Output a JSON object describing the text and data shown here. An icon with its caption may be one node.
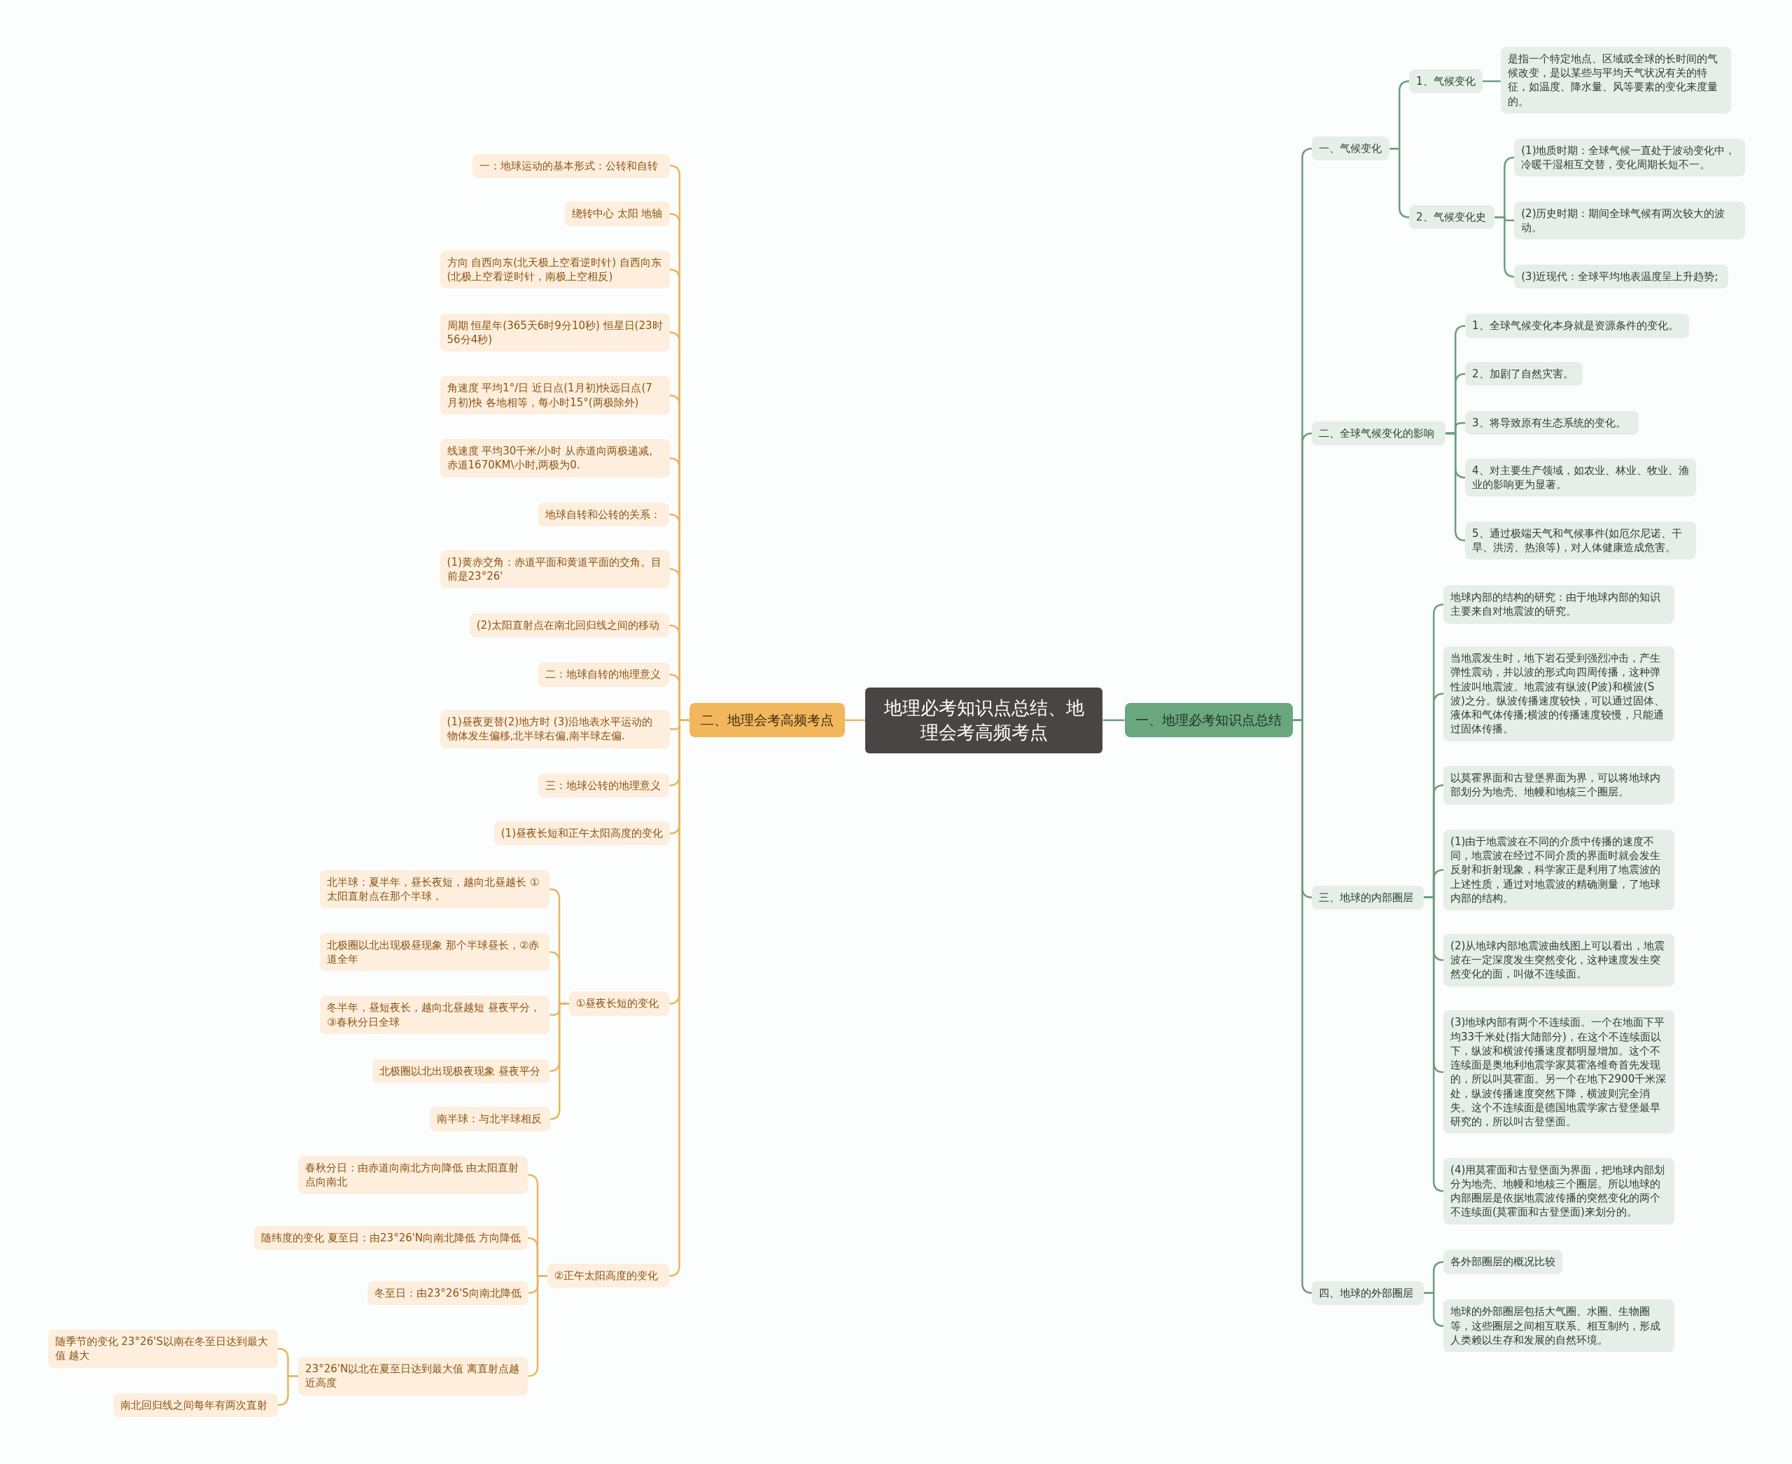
{
  "diagram": {
    "nodes": [
      {
        "text": [
          "地理必考知识点总结、地理会考高频考点"
        ]
      },
      {
        "text": [
          "一、地理必考知识点总结"
        ]
      },
      {
        "text": [
          "二、地理会考高频考点"
        ]
      },
      {
        "text": [
          "一、气候变化"
        ]
      },
      {
        "text": [
          "1、气候变化"
        ]
      },
      {
        "text": [
          "是指一个特定地点、区域或全球的长时间的气候改变，是以某些与平均天气状况有关的特征，如温度、降水量、风等要素的变化来度量的。"
        ]
      },
      {
        "text": [
          "2、气候变化史"
        ]
      },
      {
        "text": [
          "(1)地质时期：全球气候一直处于波动变化中，冷暖干湿相互交替，变化周期长短不一。"
        ]
      },
      {
        "text": [
          "(2)历史时期：期间全球气候有两次较大的波动。"
        ]
      },
      {
        "text": [
          "(3)近现代：全球平均地表温度呈上升趋势;"
        ]
      },
      {
        "text": [
          "二、全球气候变化的影响"
        ]
      },
      {
        "text": [
          "1、全球气候变化本身就是资源条件的变化。"
        ]
      },
      {
        "text": [
          "2、加剧了自然灾害。"
        ]
      },
      {
        "text": [
          "3、将导致原有生态系统的变化。"
        ]
      },
      {
        "text": [
          "4、对主要生产领域，如农业、林业、牧业、渔业的影响更为显著。"
        ]
      },
      {
        "text": [
          "5、通过极端天气和气候事件(如厄尔尼诺、干旱、洪涝、热浪等)，对人体健康造成危害。"
        ]
      },
      {
        "text": [
          "三、地球的内部圈层"
        ]
      },
      {
        "text": [
          "地球内部的结构的研究：由于地球内部的知识主要来自对地震波的研究。"
        ]
      },
      {
        "text": [
          "当地震发生时，地下岩石受到强烈冲击，产生弹性震动，并以波的形式向四周传播，这种弹性波叫地震波。地震波有纵波(P波)和横波(S波)之分。纵波传播速度较快，可以通过固体、液体和气体传播;横波的传播速度较慢，只能通过固体传播。"
        ]
      },
      {
        "text": [
          "以莫霍界面和古登堡界面为界，可以将地球内部划分为地壳、地幔和地核三个圈层。"
        ]
      },
      {
        "text": [
          "(1)由于地震波在不同的介质中传播的速度不同，地震波在经过不同介质的界面时就会发生反射和折射现象，科学家正是利用了地震波的上述性质，通过对地震波的精确测量，了地球内部的结构。"
        ]
      },
      {
        "text": [
          "(2)从地球内部地震波曲线图上可以看出，地震波在一定深度发生突然变化，这种速度发生突然变化的面，叫做不连续面。"
        ]
      },
      {
        "text": [
          "(3)地球内部有两个不连续面。一个在地面下平均33千米处(指大陆部分)，在这个不连续面以下，纵波和横波传播速度都明显增加。这个不连续面是奥地利地震学家莫霍洛维奇首先发现的，所以叫莫霍面。另一个在地下2900千米深处，纵波传播速度突然下降，横波则完全消失。这个不连续面是德国地震学家古登堡最早研究的，所以叫古登堡面。"
        ]
      },
      {
        "text": [
          "(4)用莫霍面和古登堡面为界面，把地球内部划分为地壳、地幔和地核三个圈层。所以地球的内部圈层是依据地震波传播的突然变化的两个不连续面(莫霍面和古登堡面)来划分的。"
        ]
      },
      {
        "text": [
          "四、地球的外部圈层"
        ]
      },
      {
        "text": [
          "各外部圈层的概况比较"
        ]
      },
      {
        "text": [
          "地球的外部圈层包括大气圈、水圈、生物圈等，这些圈层之间相互联系、相互制约，形成人类赖以生存和发展的自然环境。"
        ]
      },
      {
        "text": [
          "一：地球运动的基本形式：公转和自转"
        ]
      },
      {
        "text": [
          "绕转中心 太阳 地轴"
        ]
      },
      {
        "text": [
          "方向 自西向东(北天极上空看逆时针) 自西向东(北极上空看逆时针，南极上空相反)"
        ]
      },
      {
        "text": [
          "周期 恒星年(365天6时9分10秒) 恒星日(23时56分4秒)"
        ]
      },
      {
        "text": [
          "角速度 平均1°/日 近日点(1月初)快远日点(7月初)快 各地相等，每小时15°(两极除外)"
        ]
      },
      {
        "text": [
          "线速度 平均30千米/小时 从赤道向两极递减,赤道1670KM\\小时,两极为0."
        ]
      },
      {
        "text": [
          "地球自转和公转的关系："
        ]
      },
      {
        "text": [
          "(1)黄赤交角：赤道平面和黄道平面的交角。目前是23°26'"
        ]
      },
      {
        "text": [
          "(2)太阳直射点在南北回归线之间的移动"
        ]
      },
      {
        "text": [
          "二：地球自转的地理意义"
        ]
      },
      {
        "text": [
          "(1)昼夜更替(2)地方时 (3)沿地表水平运动的物体发生偏移,北半球右偏,南半球左偏."
        ]
      },
      {
        "text": [
          "三：地球公转的地理意义"
        ]
      },
      {
        "text": [
          "(1)昼夜长短和正午太阳高度的变化"
        ]
      },
      {
        "text": [
          "①昼夜长短的变化"
        ]
      },
      {
        "text": [
          "北半球：夏半年，昼长夜短，越向北昼越长 ①太阳直射点在那个半球，"
        ]
      },
      {
        "text": [
          "北极圈以北出现极昼现象 那个半球昼长，②赤道全年"
        ]
      },
      {
        "text": [
          "冬半年，昼短夜长，越向北昼越短 昼夜平分，③春秋分日全球"
        ]
      },
      {
        "text": [
          "北极圈以北出现极夜现象 昼夜平分"
        ]
      },
      {
        "text": [
          "南半球：与北半球相反"
        ]
      },
      {
        "text": [
          "②正午太阳高度的变化"
        ]
      },
      {
        "text": [
          "春秋分日：由赤道向南北方向降低 由太阳直射点向南北"
        ]
      },
      {
        "text": [
          "随纬度的变化 夏至日：由23°26'N向南北降低 方向降低"
        ]
      },
      {
        "text": [
          "冬至日：由23°26'S向南北降低"
        ]
      },
      {
        "text": [
          "23°26'N以北在夏至日达到最大值 离直射点越近高度"
        ]
      },
      {
        "text": [
          "随季节的变化 23°26'S以南在冬至日达到最大值 越大"
        ]
      },
      {
        "text": [
          "南北回归线之间每年有两次直射"
        ]
      }
    ],
    "edges": [
      {
        "from": 0,
        "to": 1,
        "arrow": "none",
        "color": "#6a9f7c"
      },
      {
        "from": 0,
        "to": 2,
        "arrow": "none"
      },
      {
        "from": 1,
        "to": 3,
        "arrow": "none",
        "color": "#6a9f7c"
      },
      {
        "from": 3,
        "to": 4,
        "arrow": "none",
        "color": "#6a9f7c"
      },
      {
        "from": 4,
        "to": 5,
        "arrow": "none",
        "color": "#6a9f7c"
      },
      {
        "from": 3,
        "to": 6,
        "arrow": "none",
        "color": "#6a9f7c"
      },
      {
        "from": 6,
        "to": 7,
        "arrow": "none",
        "color": "#6a9f7c"
      },
      {
        "from": 6,
        "to": 8,
        "arrow": "none",
        "color": "#6a9f7c"
      },
      {
        "from": 6,
        "to": 9,
        "arrow": "none",
        "color": "#6a9f7c"
      },
      {
        "from": 1,
        "to": 10,
        "arrow": "none",
        "color": "#6a9f7c"
      },
      {
        "from": 10,
        "to": 11,
        "arrow": "none",
        "color": "#6a9f7c"
      },
      {
        "from": 10,
        "to": 12,
        "arrow": "none",
        "color": "#6a9f7c"
      },
      {
        "from": 10,
        "to": 13,
        "arrow": "none",
        "color": "#6a9f7c"
      },
      {
        "from": 10,
        "to": 14,
        "arrow": "none",
        "color": "#6a9f7c"
      },
      {
        "from": 10,
        "to": 15,
        "arrow": "none",
        "color": "#6a9f7c"
      },
      {
        "from": 1,
        "to": 16,
        "arrow": "none",
        "color": "#6a9f7c"
      },
      {
        "from": 16,
        "to": 17,
        "arrow": "none",
        "color": "#6a9f7c"
      },
      {
        "from": 16,
        "to": 18,
        "arrow": "none",
        "color": "#6a9f7c"
      },
      {
        "from": 16,
        "to": 19,
        "arrow": "none",
        "color": "#6a9f7c"
      },
      {
        "from": 16,
        "to": 20,
        "arrow": "none",
        "color": "#6a9f7c"
      },
      {
        "from": 16,
        "to": 21,
        "arrow": "none",
        "color": "#6a9f7c"
      },
      {
        "from": 16,
        "to": 22,
        "arrow": "none",
        "color": "#6a9f7c"
      },
      {
        "from": 16,
        "to": 23,
        "arrow": "none",
        "color": "#6a9f7c"
      },
      {
        "from": 1,
        "to": 24,
        "arrow": "none",
        "color": "#6a9f7c"
      },
      {
        "from": 24,
        "to": 25,
        "arrow": "none",
        "color": "#6a9f7c"
      },
      {
        "from": 24,
        "to": 26,
        "arrow": "none",
        "color": "#6a9f7c"
      },
      {
        "from": 2,
        "to": 27,
        "arrow": "none"
      },
      {
        "from": 2,
        "to": 28,
        "arrow": "none"
      },
      {
        "from": 2,
        "to": 29,
        "arrow": "none"
      },
      {
        "from": 2,
        "to": 30,
        "arrow": "none"
      },
      {
        "from": 2,
        "to": 31,
        "arrow": "none"
      },
      {
        "from": 2,
        "to": 32,
        "arrow": "none"
      },
      {
        "from": 2,
        "to": 33,
        "arrow": "none"
      },
      {
        "from": 2,
        "to": 34,
        "arrow": "none"
      },
      {
        "from": 2,
        "to": 35,
        "arrow": "none"
      },
      {
        "from": 2,
        "to": 36,
        "arrow": "none"
      },
      {
        "from": 2,
        "to": 37,
        "arrow": "none"
      },
      {
        "from": 2,
        "to": 38,
        "arrow": "none"
      },
      {
        "from": 2,
        "to": 39,
        "arrow": "none"
      },
      {
        "from": 2,
        "to": 40,
        "arrow": "none"
      },
      {
        "from": 40,
        "to": 41,
        "arrow": "none"
      },
      {
        "from": 40,
        "to": 42,
        "arrow": "none"
      },
      {
        "from": 40,
        "to": 43,
        "arrow": "none"
      },
      {
        "from": 40,
        "to": 44,
        "arrow": "none"
      },
      {
        "from": 40,
        "to": 45,
        "arrow": "none"
      },
      {
        "from": 2,
        "to": 46,
        "arrow": "none"
      },
      {
        "from": 46,
        "to": 47,
        "arrow": "none"
      },
      {
        "from": 46,
        "to": 48,
        "arrow": "none"
      },
      {
        "from": 46,
        "to": 49,
        "arrow": "none"
      },
      {
        "from": 46,
        "to": 50,
        "arrow": "none"
      },
      {
        "from": 50,
        "to": 51,
        "arrow": "none"
      },
      {
        "from": 50,
        "to": 52,
        "arrow": "none"
      }
    ]
  }
}
